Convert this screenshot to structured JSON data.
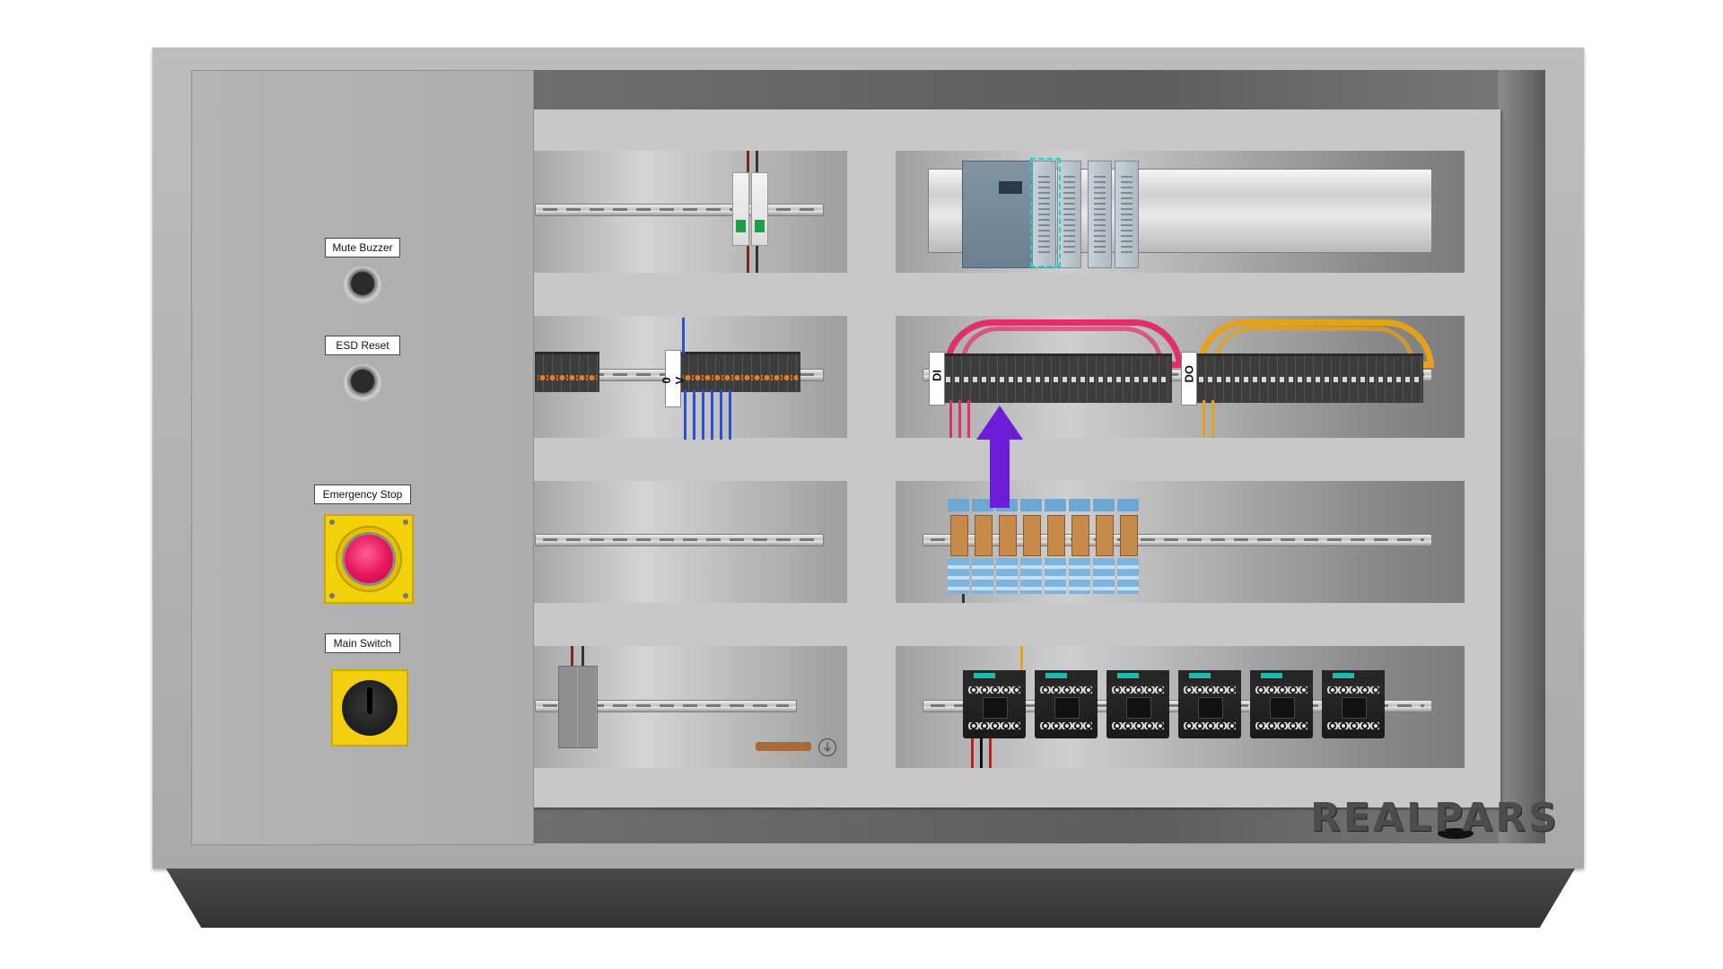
{
  "door": {
    "mute_buzzer_label": "Mute Buzzer",
    "esd_reset_label": "ESD Reset",
    "emergency_stop_label": "Emergency Stop",
    "main_switch_label": "Main Switch"
  },
  "markers": {
    "zero_v": "0 V",
    "di": "DI",
    "do": "DO"
  },
  "logo": {
    "text": "REALPARS"
  },
  "colors": {
    "arrow": "#6b1ed6",
    "di_wires": "#e0306a",
    "do_wires": "#e6a11a",
    "zero_v_wires": "#2a4fd0",
    "plc_highlight": "#23d1c9",
    "estop_cap": "#e6155d",
    "estop_plate": "#f2d10b"
  },
  "icons": {
    "ground": "ground-icon"
  }
}
